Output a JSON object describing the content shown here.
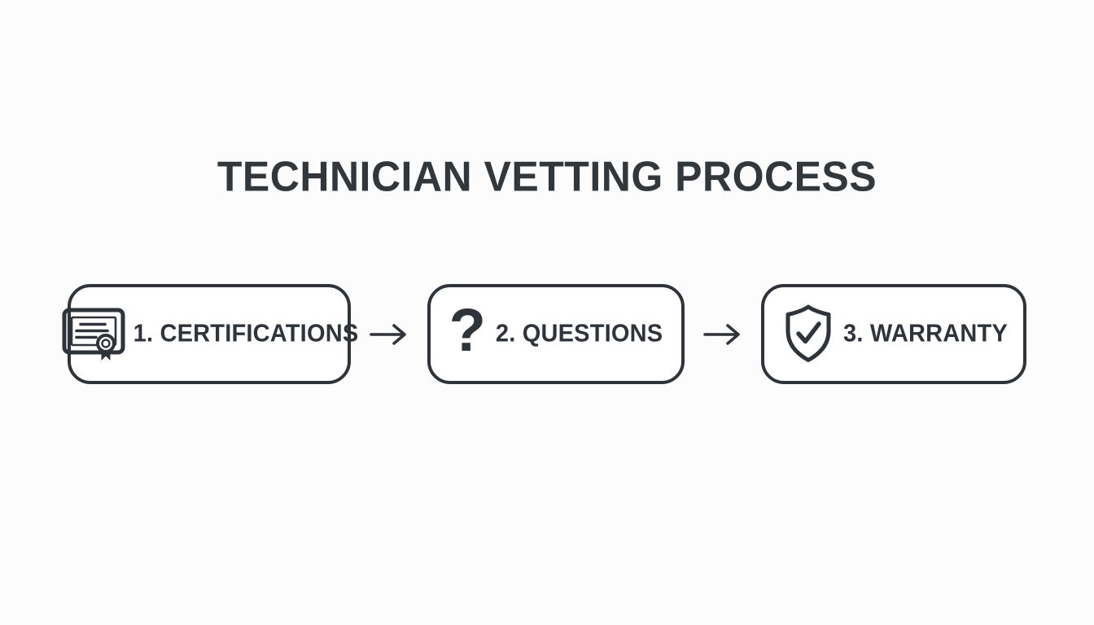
{
  "title": "TECHNICIAN VETTING PROCESS",
  "colors": {
    "ink": "#2f343a",
    "background": "#fcfcfc"
  },
  "steps": [
    {
      "label": "1. CERTIFICATIONS",
      "icon": "certificate-icon"
    },
    {
      "label": "2. QUESTIONS",
      "icon": "question-mark-icon",
      "glyph": "?"
    },
    {
      "label": "3. WARRANTY",
      "icon": "shield-check-icon"
    }
  ]
}
